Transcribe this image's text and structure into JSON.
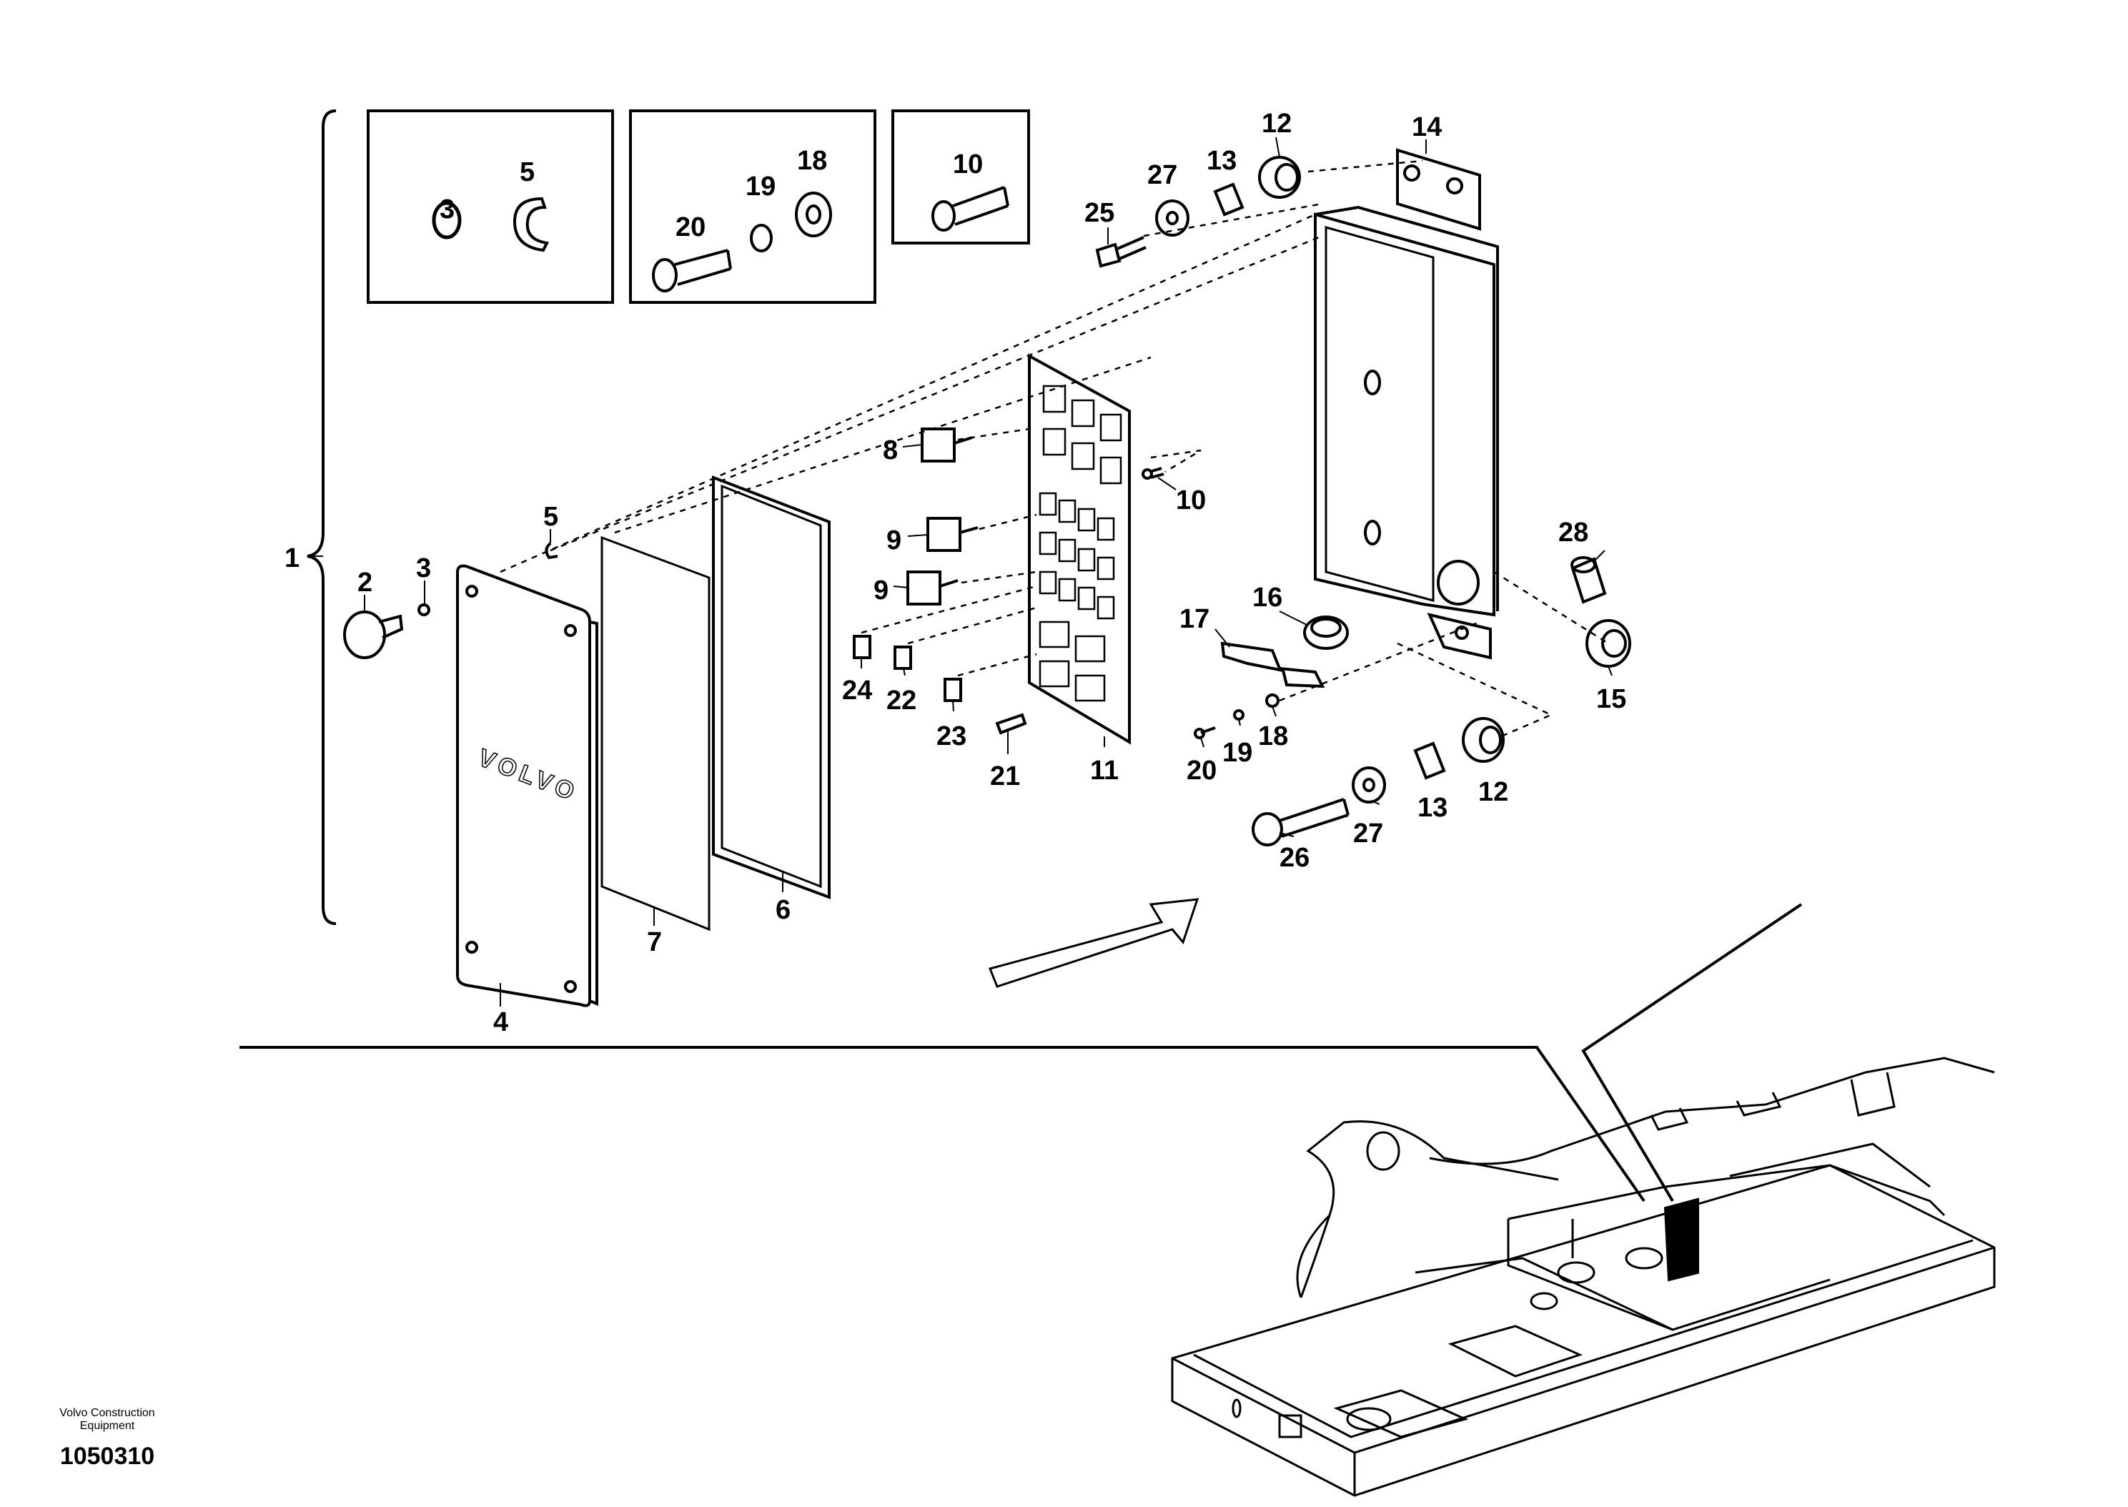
{
  "callouts": [
    {
      "id": "1",
      "label": "1"
    },
    {
      "id": "2",
      "label": "2"
    },
    {
      "id": "3a",
      "label": "3"
    },
    {
      "id": "3b",
      "label": "3"
    },
    {
      "id": "4",
      "label": "4"
    },
    {
      "id": "5a",
      "label": "5"
    },
    {
      "id": "5b",
      "label": "5"
    },
    {
      "id": "6",
      "label": "6"
    },
    {
      "id": "7",
      "label": "7"
    },
    {
      "id": "8",
      "label": "8"
    },
    {
      "id": "9a",
      "label": "9"
    },
    {
      "id": "9b",
      "label": "9"
    },
    {
      "id": "10a",
      "label": "10"
    },
    {
      "id": "10b",
      "label": "10"
    },
    {
      "id": "11",
      "label": "11"
    },
    {
      "id": "12a",
      "label": "12"
    },
    {
      "id": "12b",
      "label": "12"
    },
    {
      "id": "13a",
      "label": "13"
    },
    {
      "id": "13b",
      "label": "13"
    },
    {
      "id": "14",
      "label": "14"
    },
    {
      "id": "15",
      "label": "15"
    },
    {
      "id": "16",
      "label": "16"
    },
    {
      "id": "17",
      "label": "17"
    },
    {
      "id": "18a",
      "label": "18"
    },
    {
      "id": "18b",
      "label": "18"
    },
    {
      "id": "19a",
      "label": "19"
    },
    {
      "id": "19b",
      "label": "19"
    },
    {
      "id": "20a",
      "label": "20"
    },
    {
      "id": "20b",
      "label": "20"
    },
    {
      "id": "21",
      "label": "21"
    },
    {
      "id": "22",
      "label": "22"
    },
    {
      "id": "23",
      "label": "23"
    },
    {
      "id": "24",
      "label": "24"
    },
    {
      "id": "25",
      "label": "25"
    },
    {
      "id": "26",
      "label": "26"
    },
    {
      "id": "27a",
      "label": "27"
    },
    {
      "id": "27b",
      "label": "27"
    },
    {
      "id": "28",
      "label": "28"
    }
  ],
  "cover_logo": "VOLVO",
  "footer": {
    "brand_line1": "Volvo Construction",
    "brand_line2": "Equipment",
    "drawing_number": "1050310"
  }
}
